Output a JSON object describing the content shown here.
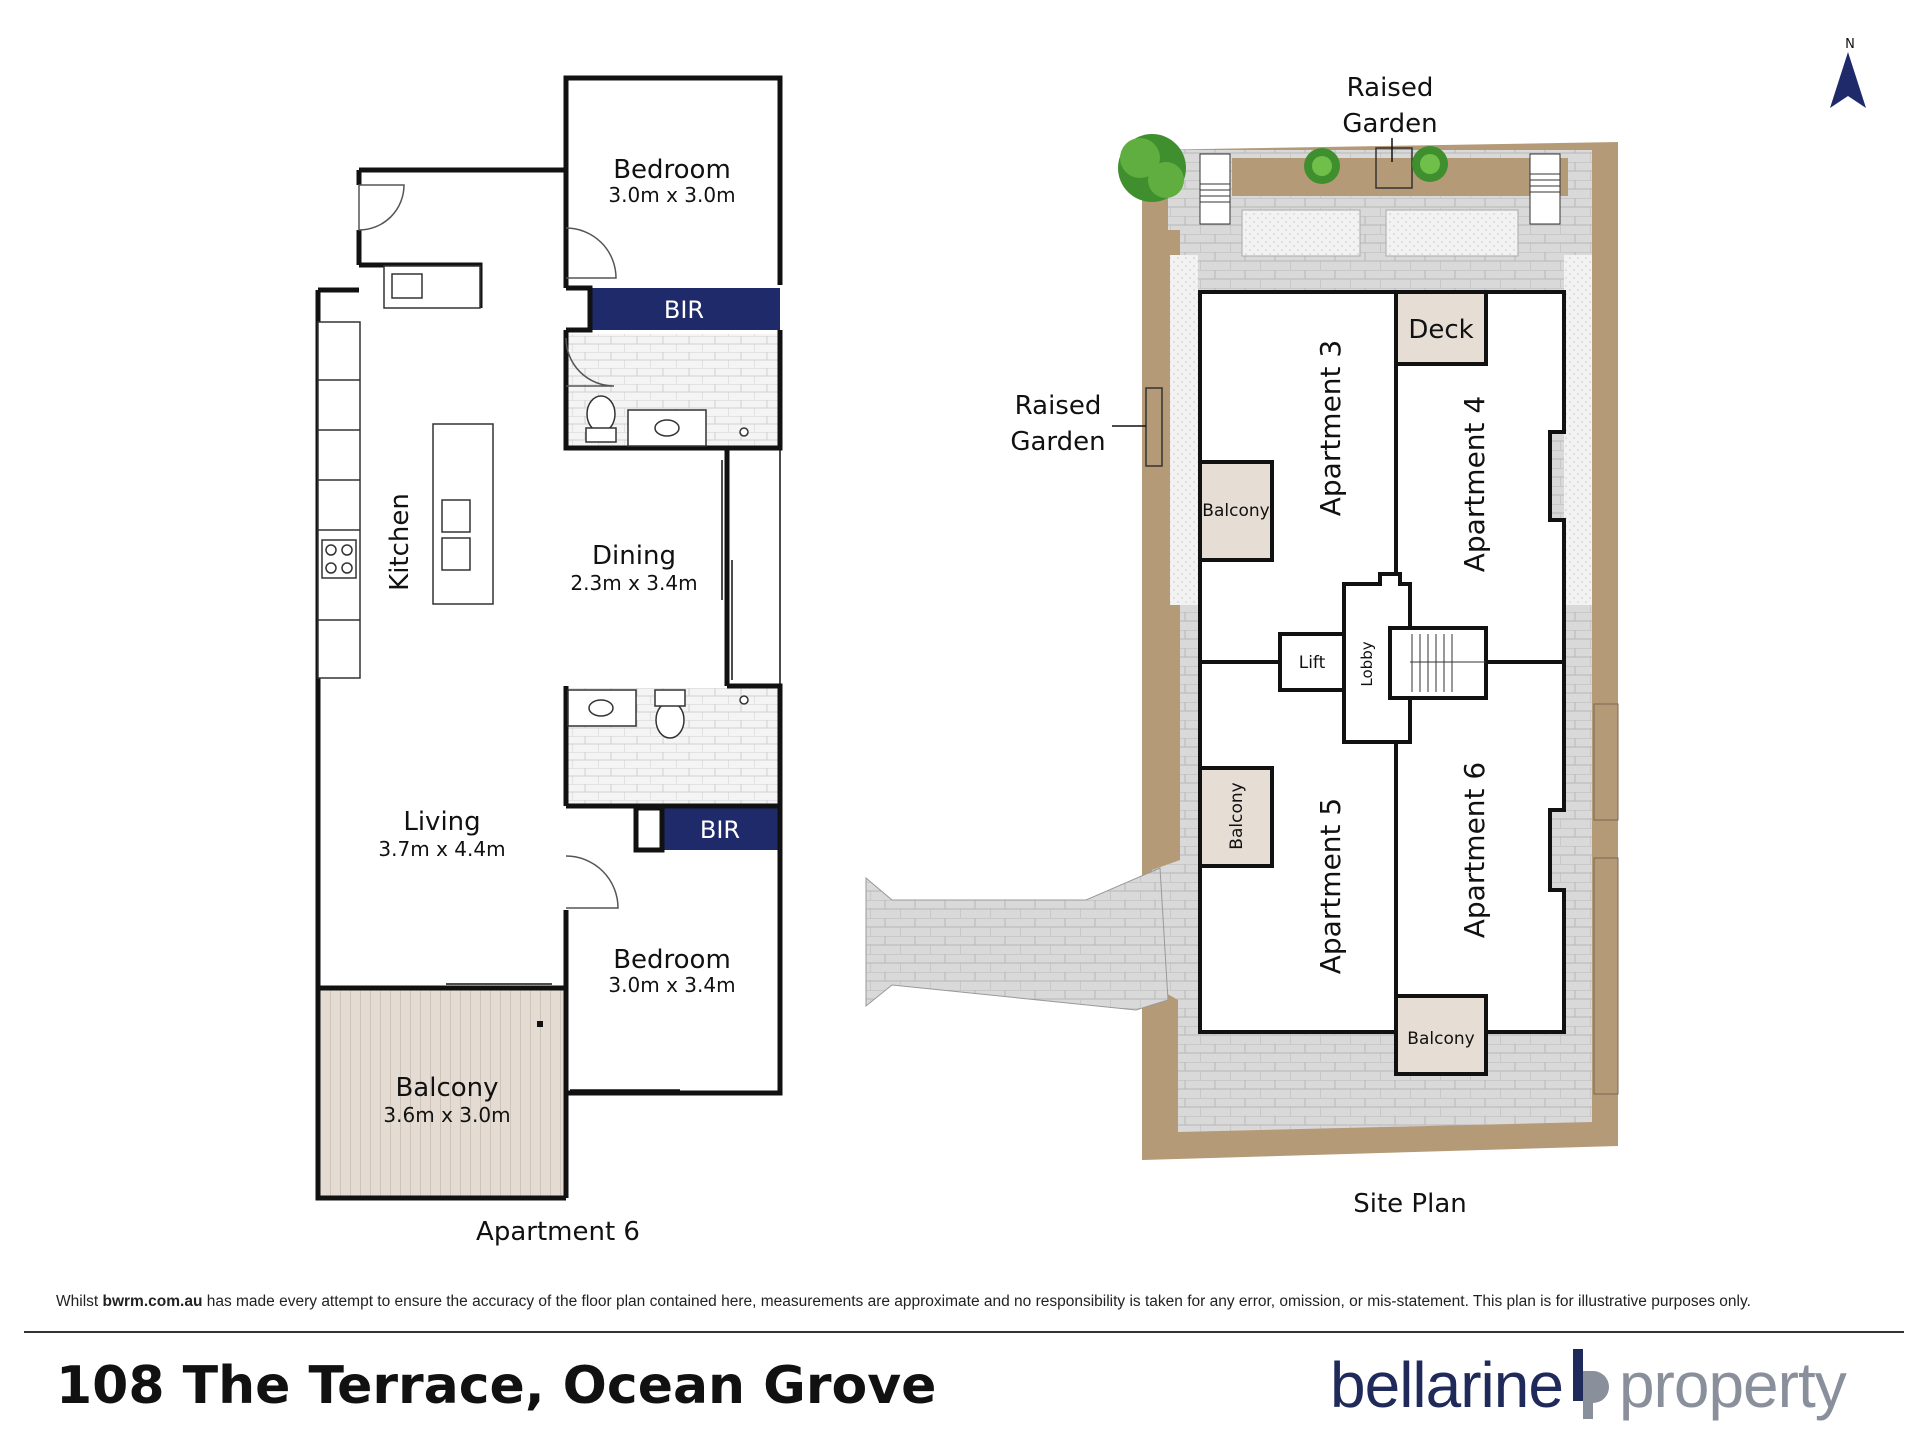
{
  "left_plan": {
    "title": "Apartment 6",
    "rooms": {
      "bedroom1": {
        "name": "Bedroom",
        "dims": "3.0m x 3.0m"
      },
      "bir1": {
        "name": "BIR"
      },
      "kitchen": {
        "name": "Kitchen"
      },
      "dining": {
        "name": "Dining",
        "dims": "2.3m x 3.4m"
      },
      "living": {
        "name": "Living",
        "dims": "3.7m x 4.4m"
      },
      "bir2": {
        "name": "BIR"
      },
      "bedroom2": {
        "name": "Bedroom",
        "dims": "3.0m x 3.4m"
      },
      "balcony": {
        "name": "Balcony",
        "dims": "3.6m x 3.0m"
      }
    }
  },
  "site_plan": {
    "title": "Site Plan",
    "north": "N",
    "raised_garden_top": [
      "Raised",
      "Garden"
    ],
    "raised_garden_left": [
      "Raised",
      "Garden"
    ],
    "deck": "Deck",
    "apartments": {
      "a3": "Apartment 3",
      "a4": "Apartment 4",
      "a5": "Apartment 5",
      "a6": "Apartment 6"
    },
    "balcony_3": "Balcony",
    "balcony_5": "Balcony",
    "balcony_6": "Balcony",
    "lift": "Lift",
    "lobby": "Lobby"
  },
  "footer": {
    "disclaimer_prefix": "Whilst ",
    "disclaimer_site": "bwrm.com.au",
    "disclaimer_suffix": " has made every attempt to ensure the accuracy of the floor plan contained here, measurements are approximate and no responsibility is taken for any error, omission, or mis-statement. This plan is for illustrative purposes only.",
    "address": "108 The Terrace, Ocean Grove",
    "brand_left": "bellarine",
    "brand_right": "property"
  },
  "colors": {
    "wall": "#111111",
    "bir_fill": "#1f2a6b",
    "site_border": "#b59a78",
    "paving": "#dcdcdc",
    "balcony_fill": "#e6ddd4",
    "garden_green": "#3f8f2f",
    "brand_blue": "#1f2a5a",
    "brand_grey": "#8a8f9c"
  }
}
